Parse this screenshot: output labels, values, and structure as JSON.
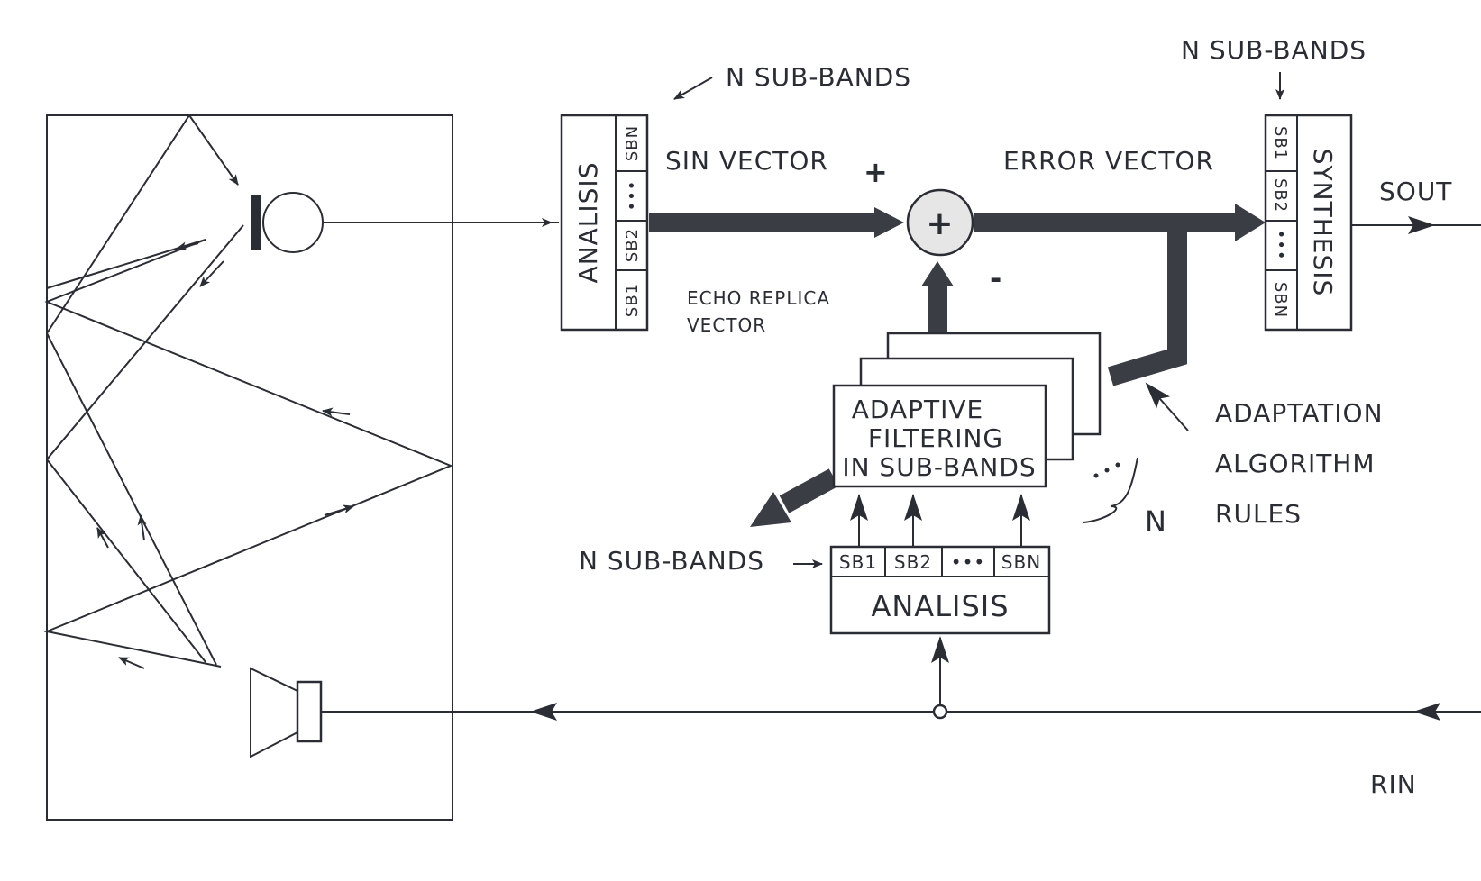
{
  "labels": {
    "analysis_top_note": "N SUB-BANDS",
    "synthesis_top_note": "N SUB-BANDS",
    "analysis_bottom_note": "N SUB-BANDS",
    "sin_vector": "SIN VECTOR",
    "plus_sign": "+",
    "minus_sign": "-",
    "error_vector": "ERROR VECTOR",
    "echo_replica_line1": "ECHO REPLICA",
    "echo_replica_line2": "VECTOR",
    "sout": "SOUT",
    "rin": "RIN",
    "n_count": "N",
    "adaptation_line1": "ADAPTATION",
    "adaptation_line2": "ALGORITHM",
    "adaptation_line3": "RULES",
    "adaptive_line1": "ADAPTIVE",
    "adaptive_line2": "FILTERING",
    "adaptive_line3": "IN SUB-BANDS",
    "analysis_top_title": "ANALISIS",
    "analysis_bottom_title": "ANALISIS",
    "synthesis_title": "SYNTHESIS",
    "summer_symbol": "+"
  },
  "analysis_top_bands": [
    "SB1",
    "SB2",
    "•••",
    "SBN"
  ],
  "synthesis_bands": [
    "SB1",
    "SB2",
    "•••",
    "SBN"
  ],
  "analysis_bottom_bands": [
    "SB1",
    "SB2",
    "•••",
    "SBN"
  ],
  "colors": {
    "ink": "#2a2d33",
    "thick_arrow": "#3a3d44",
    "paper": "#ffffff"
  }
}
